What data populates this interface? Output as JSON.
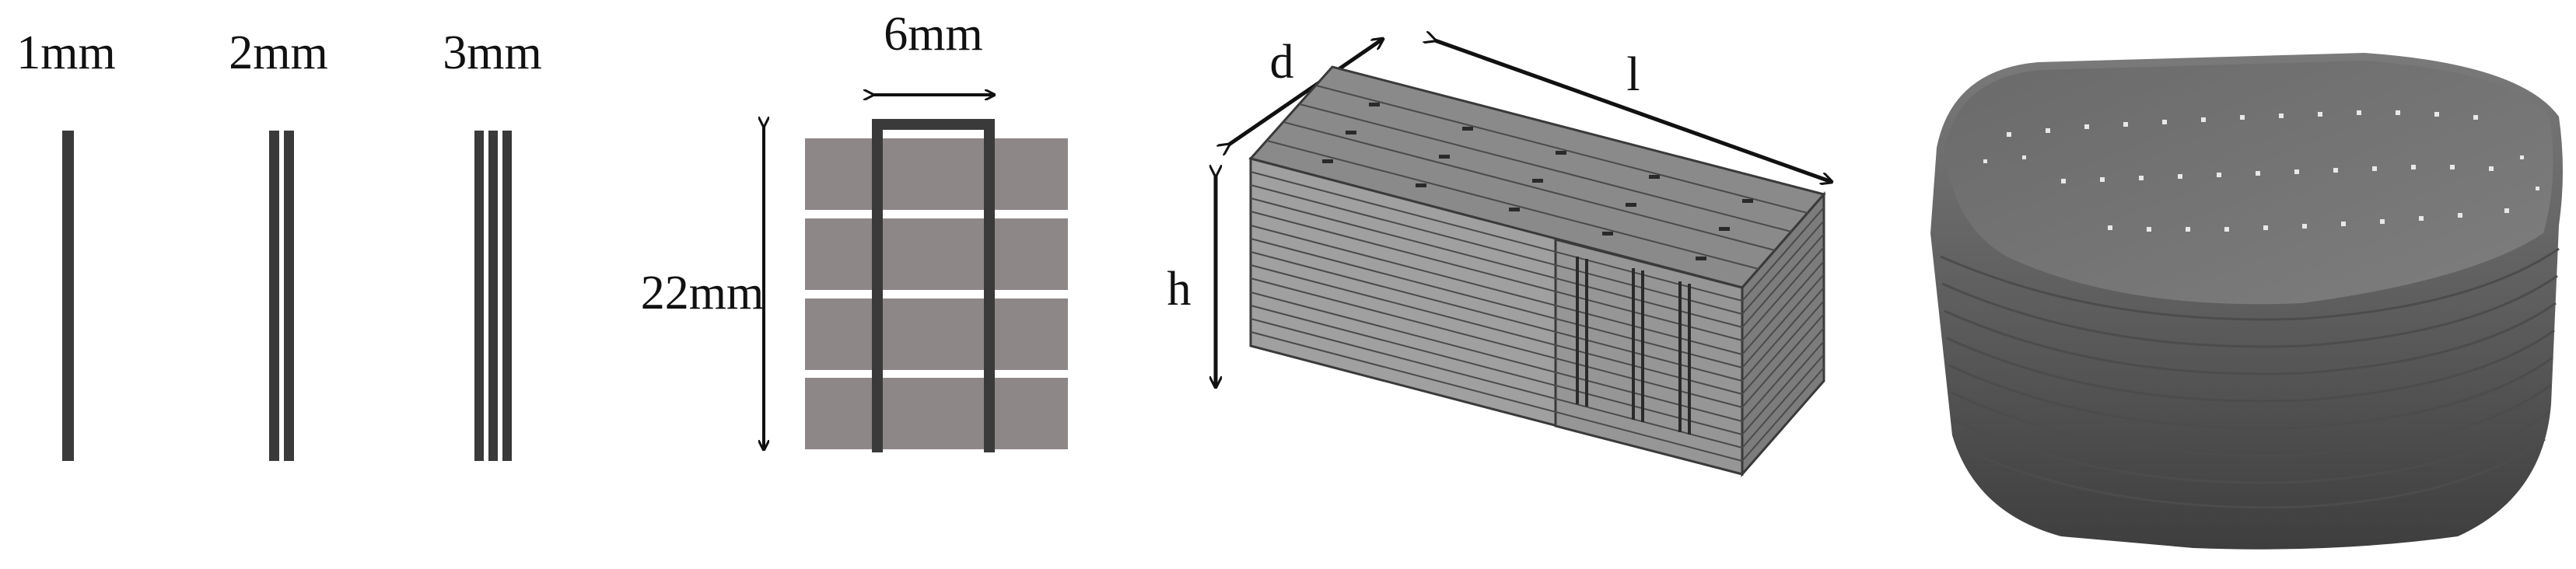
{
  "wires": {
    "labels": [
      "1mm",
      "2mm",
      "3mm"
    ],
    "color": "#3a3a3a"
  },
  "section": {
    "width_label": "6mm",
    "height_label": "22mm",
    "block_color": "#8e8787",
    "wire_color": "#3a3a3a"
  },
  "specimen": {
    "labels": {
      "d": "d",
      "l": "l",
      "h": "h"
    },
    "layer_count": 14,
    "face_color": "#9a9a9a",
    "top_color": "#8a8a8a"
  },
  "photo": {
    "body_color": "#5e5e5e",
    "top_color": "#6f6f6f",
    "wire_dot_color": "#e8e8e8"
  }
}
